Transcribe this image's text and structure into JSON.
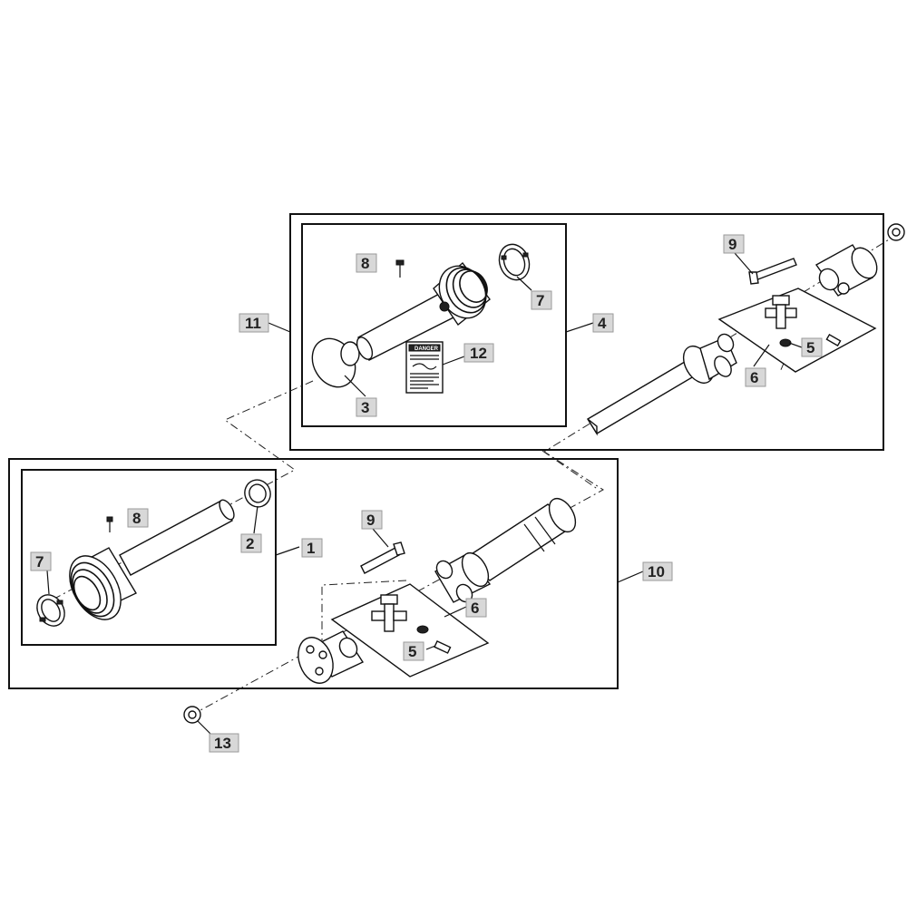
{
  "callouts": {
    "c1": "1",
    "c2": "2",
    "c3": "3",
    "c4": "4",
    "c5a": "5",
    "c5b": "5",
    "c6a": "6",
    "c6b": "6",
    "c7a": "7",
    "c7b": "7",
    "c8a": "8",
    "c8b": "8",
    "c9a": "9",
    "c9b": "9",
    "c10": "10",
    "c11": "11",
    "c12": "12",
    "c13": "13"
  },
  "decal": {
    "header": "DANGER"
  }
}
